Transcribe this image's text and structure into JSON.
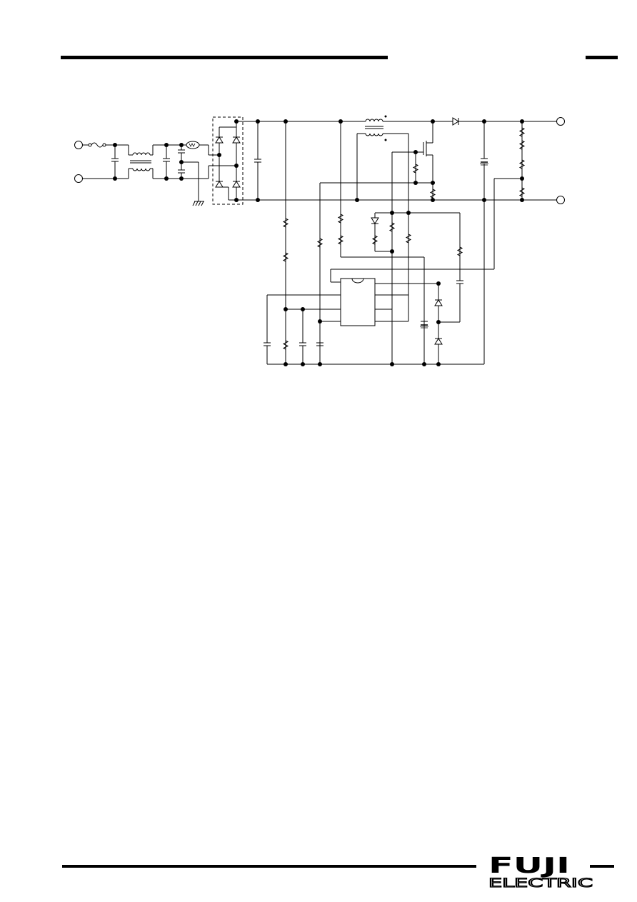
{
  "document": {
    "type": "datasheet-page",
    "figure": "application-circuit-schematic"
  },
  "logo": {
    "line1": "FUJI",
    "line2": "ELECTRIC"
  },
  "colors": {
    "ink": "#000000",
    "paper": "#ffffff"
  }
}
